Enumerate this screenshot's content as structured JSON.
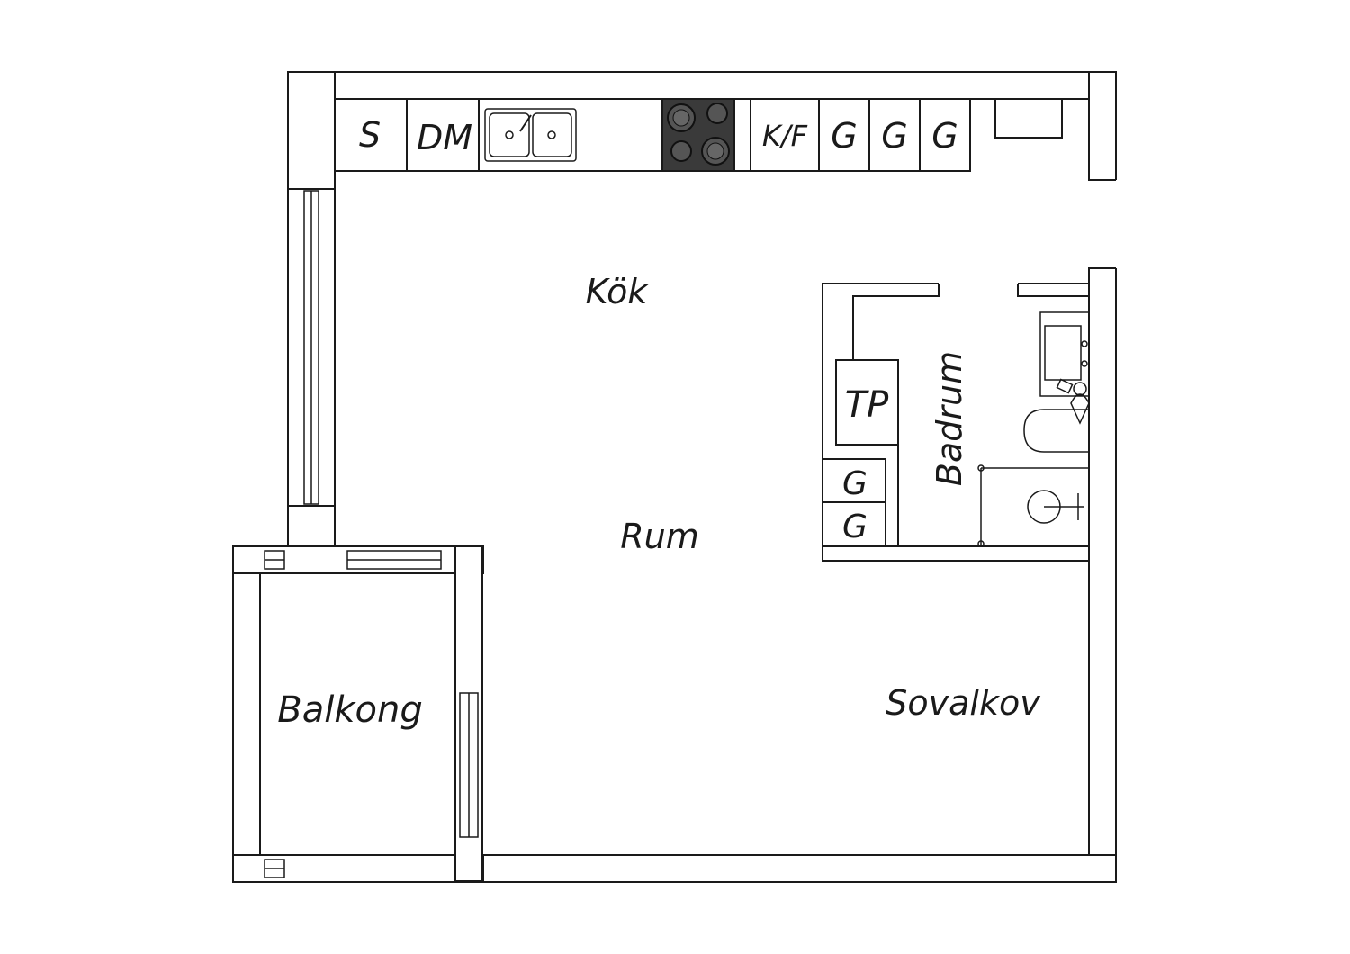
{
  "rooms": {
    "kitchen": "Kök",
    "room": "Rum",
    "bathroom": "Badrum",
    "sleeping_alcove": "Sovalkov",
    "balcony": "Balkong"
  },
  "fixtures": {
    "storage": "S",
    "dishwasher": "DM",
    "fridge_freezer": "K/F",
    "cabinet_1": "G",
    "cabinet_2": "G",
    "cabinet_3": "G",
    "washer": "TP",
    "wardrobe_1": "G",
    "wardrobe_2": "G"
  },
  "colors": {
    "wall": "#1a1a1a",
    "background": "#ffffff",
    "stove": "#3a3a3a"
  }
}
